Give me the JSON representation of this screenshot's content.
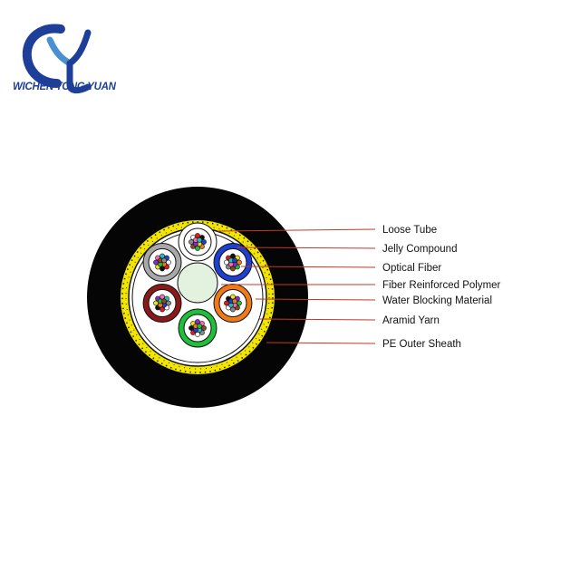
{
  "logo": {
    "text": "WICHEN TONG YUAN",
    "color": "#1e3f99",
    "accent": "#4a8fd1"
  },
  "diagram": {
    "callout_color": "#c0392b",
    "labels": [
      "Loose Tube",
      "Jelly Compound",
      "Optical Fiber",
      "Fiber Reinforced Polymer",
      "Water Blocking Material",
      "Aramid Yarn",
      "PE Outer Sheath"
    ],
    "tube_colors": [
      "#ffffff",
      "#1f3fd0",
      "#f07a1a",
      "#1fbf3a",
      "#8a1a1a",
      "#a8a8a8"
    ],
    "fiber_colors": [
      "#1f3fd0",
      "#f07a1a",
      "#1fbf3a",
      "#8a4a1a",
      "#8a8a8a",
      "#ffffff",
      "#e01a1a",
      "#111111",
      "#f0e01a",
      "#8a2bd0",
      "#ff69b4",
      "#20c0c0"
    ]
  }
}
